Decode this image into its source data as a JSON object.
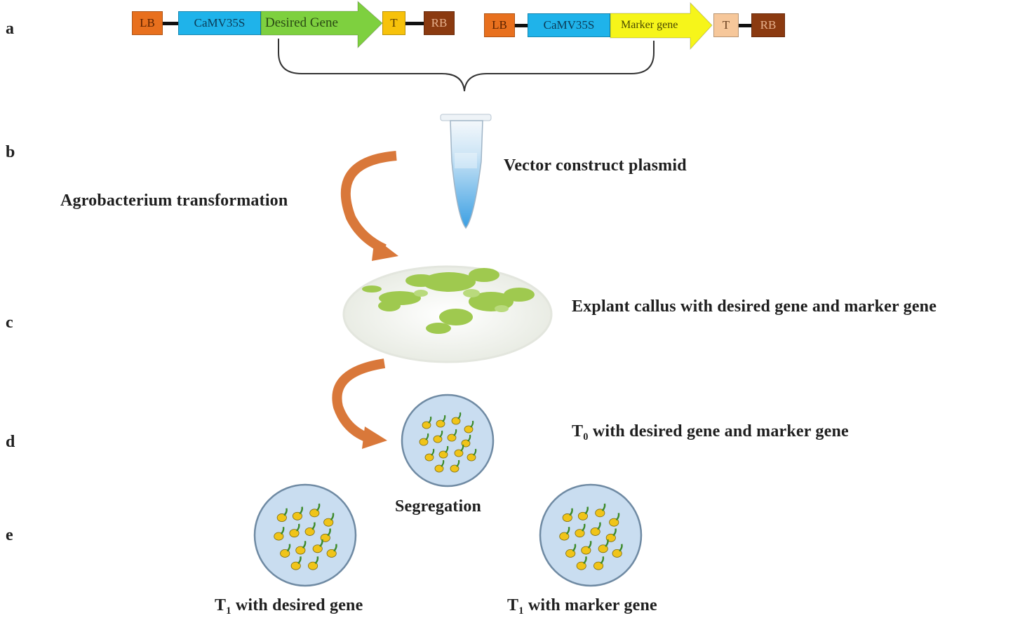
{
  "steps": {
    "a": "a",
    "b": "b",
    "c": "c",
    "d": "d",
    "e": "e"
  },
  "constructs": {
    "desired": {
      "lb": "LB",
      "promoter": "CaMV35S",
      "gene": "Desired Gene",
      "terminator": "T",
      "rb": "RB"
    },
    "marker": {
      "lb": "LB",
      "promoter": "CaMV35S",
      "gene": "Marker gene",
      "terminator": "T",
      "rb": "RB"
    }
  },
  "labels": {
    "vector": "Vector construct plasmid",
    "agro": "Agrobacterium transformation",
    "callus": "Explant callus with desired gene and marker gene",
    "t0_prefix": "T",
    "t0_sub": "0",
    "t0_rest": " with desired gene and marker gene",
    "segregation": "Segregation",
    "t1_desired_prefix": "T",
    "t1_desired_sub": "1",
    "t1_desired_rest": " with desired gene",
    "t1_marker_prefix": "T",
    "t1_marker_sub": "1",
    "t1_marker_rest": " with marker gene"
  },
  "colors": {
    "lb": "#e8701e",
    "promoter": "#1fb3ea",
    "desired_gene": "#7ed03f",
    "marker_gene": "#f6f51a",
    "terminator_desired": "#f7c20b",
    "terminator_marker": "#f6c79a",
    "rb": "#8b3a10",
    "arrow": "#d9783a",
    "dish": "#c9ddf0"
  }
}
